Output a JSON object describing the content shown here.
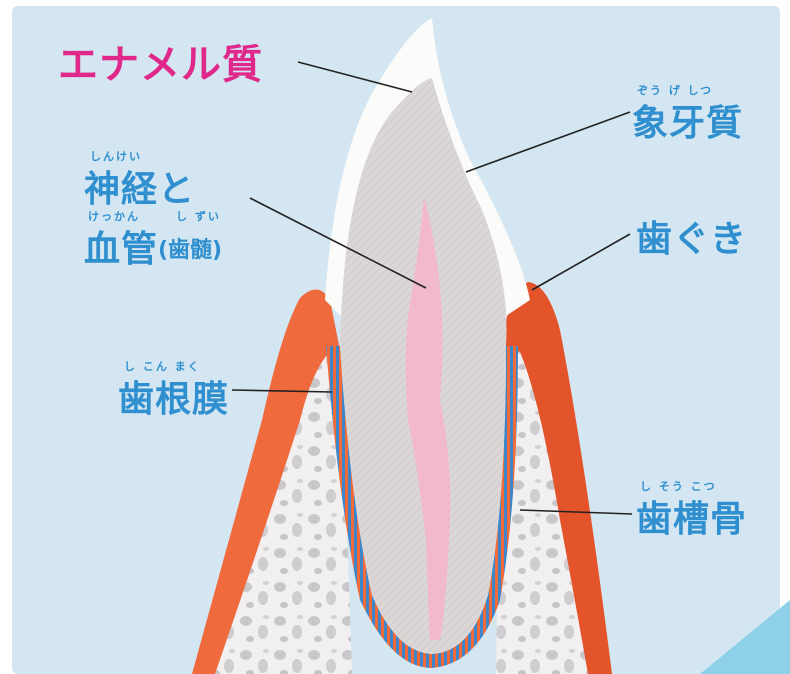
{
  "palette": {
    "background": "#d3e6f2",
    "enamel": "#fbfbfa",
    "dentin": "#dcd7d7",
    "pulp": "#f2b9ce",
    "gum": "#ef6a3c",
    "gum_dark": "#e4542a",
    "periodontal": "#3e86c9",
    "bone": "#f1eff0",
    "bone_holes": "#c9c7c9",
    "label_blue": "#2f8fcf",
    "label_pink": "#e0278a"
  },
  "labels": {
    "enamel": {
      "text": "エナメル質"
    },
    "dentin": {
      "text": "象牙質",
      "ruby": "ぞう げ しつ"
    },
    "nerve": {
      "line1": "神経と",
      "ruby1": "しんけい",
      "line2": "血管",
      "line2_sub": "(歯髄)",
      "ruby2a": "けっかん",
      "ruby2b": "し ずい"
    },
    "gum": {
      "text": "歯ぐき"
    },
    "periodontal": {
      "text": "歯根膜",
      "ruby": "し こん まく"
    },
    "alveolar": {
      "text": "歯槽骨",
      "ruby": "し そう こつ"
    }
  }
}
